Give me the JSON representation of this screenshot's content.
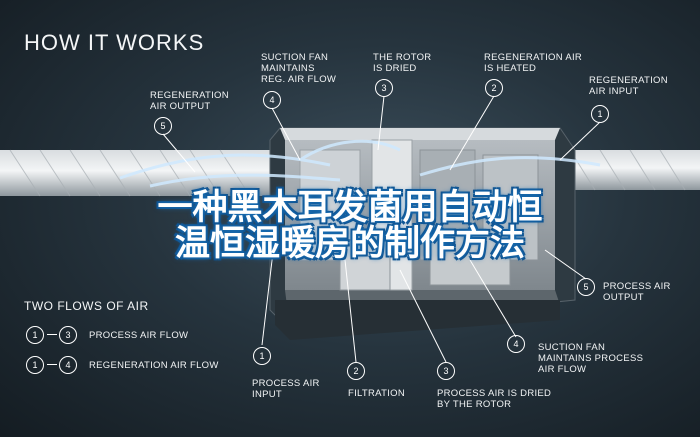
{
  "heading": "HOW IT WORKS",
  "overlay_title": {
    "line1": "一种黑木耳发菌用自动恒",
    "line2": "温恒湿暖房的制作方法"
  },
  "callouts": {
    "top": [
      {
        "num": "5",
        "text": "REGENERATION\nAIR OUTPUT"
      },
      {
        "num": "4",
        "text": "SUCTION FAN\nMAINTAINS\nREG. AIR FLOW"
      },
      {
        "num": "3",
        "text": "THE ROTOR\nIS DRIED"
      },
      {
        "num": "2",
        "text": "REGENERATION AIR\nIS HEATED"
      },
      {
        "num": "1",
        "text": "REGENERATION\nAIR INPUT"
      }
    ],
    "bottom": [
      {
        "num": "1",
        "text": "PROCESS AIR\nINPUT"
      },
      {
        "num": "2",
        "text": "FILTRATION"
      },
      {
        "num": "3",
        "text": "PROCESS AIR IS DRIED\nBY THE ROTOR"
      },
      {
        "num": "4",
        "text": "SUCTION FAN\nMAINTAINS PROCESS\nAIR FLOW"
      },
      {
        "num": "5",
        "text": "PROCESS AIR\nOUTPUT"
      }
    ]
  },
  "legend": {
    "title": "TWO FLOWS OF AIR",
    "rows": [
      {
        "from": "1",
        "to": "3",
        "label": "PROCESS AIR FLOW"
      },
      {
        "from": "1",
        "to": "4",
        "label": "REGENERATION AIR FLOW"
      }
    ]
  },
  "colors": {
    "background": "#26343e",
    "overlay_outline": "#1a6fb5",
    "airflow": "#cfe9ff"
  }
}
